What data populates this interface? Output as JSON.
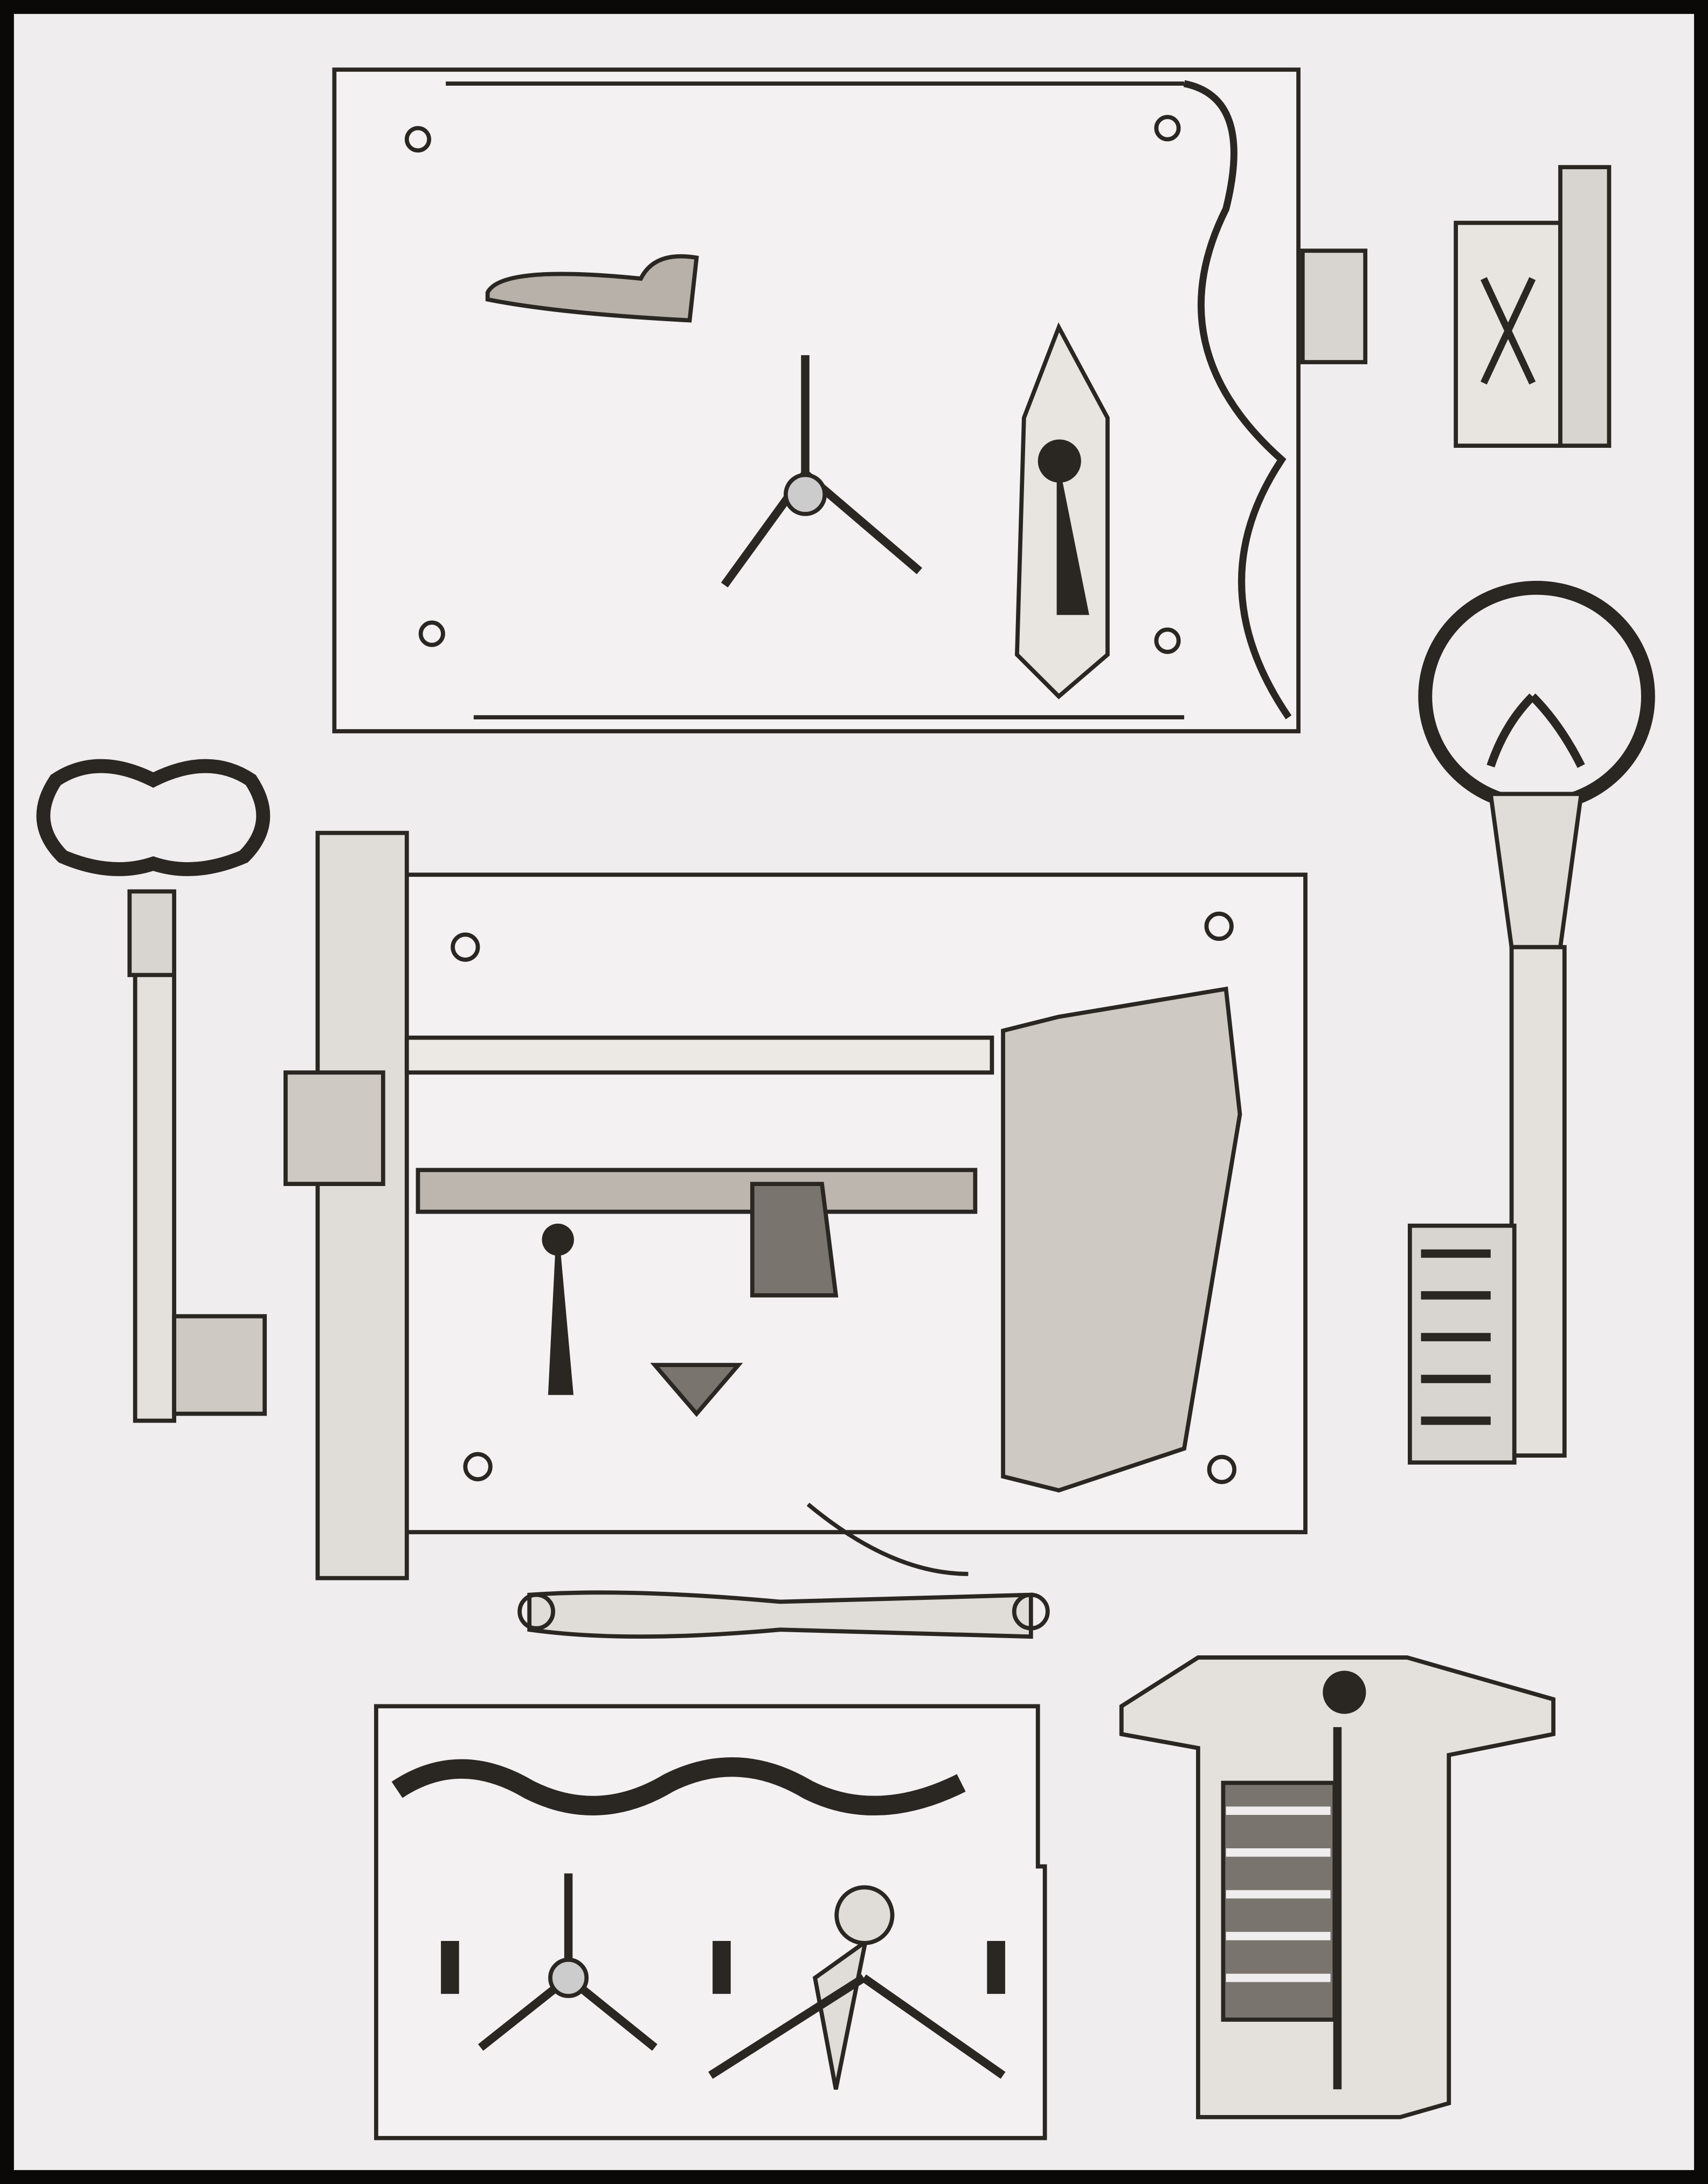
{
  "colors": {
    "paper": "#efedee",
    "ink": "#2a2622",
    "frame": "#0b0908",
    "shade": "#7a746e"
  },
  "illustration": {
    "objects": [
      "lock-plate-top",
      "lock-mechanism-middle",
      "lock-plate-bottom",
      "key-left",
      "key-right",
      "key-bit-top-right",
      "keyhole-box-bottom-right",
      "latch-bar"
    ]
  }
}
